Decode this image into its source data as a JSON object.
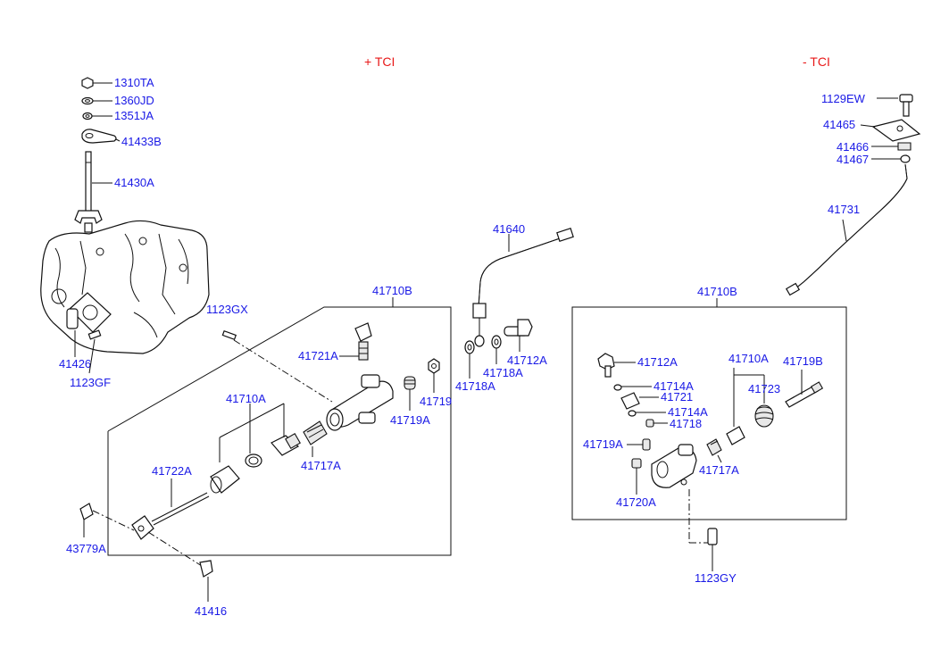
{
  "headers": {
    "with_tci": "+ TCI",
    "without_tci": "- TCI"
  },
  "labels": {
    "p1310TA": "1310TA",
    "p1360JD": "1360JD",
    "p1351JA": "1351JA",
    "p41433B": "41433B",
    "p41430A": "41430A",
    "p41426": "41426",
    "p1123GF": "1123GF",
    "p1123GX": "1123GX",
    "p41710B_left": "41710B",
    "p41721A": "41721A",
    "p41719": "41719",
    "p41719A_left": "41719A",
    "p41710A_left": "41710A",
    "p41717A_left": "41717A",
    "p41722A": "41722A",
    "p43779A": "43779A",
    "p41416": "41416",
    "p41640": "41640",
    "p41712A_mid": "41712A",
    "p41718A_a": "41718A",
    "p41718A_b": "41718A",
    "p1129EW": "1129EW",
    "p41465": "41465",
    "p41466": "41466",
    "p41467": "41467",
    "p41731": "41731",
    "p41710B_right": "41710B",
    "p41712A_right": "41712A",
    "p41714A_a": "41714A",
    "p41721": "41721",
    "p41714A_b": "41714A",
    "p41718": "41718",
    "p41719A_right": "41719A",
    "p41720A": "41720A",
    "p41710A_right": "41710A",
    "p41723": "41723",
    "p41719B": "41719B",
    "p41717A_right": "41717A",
    "p1123GY": "1123GY"
  },
  "colors": {
    "label": "#1a1ae6",
    "header": "#e81818",
    "line": "#111111"
  }
}
